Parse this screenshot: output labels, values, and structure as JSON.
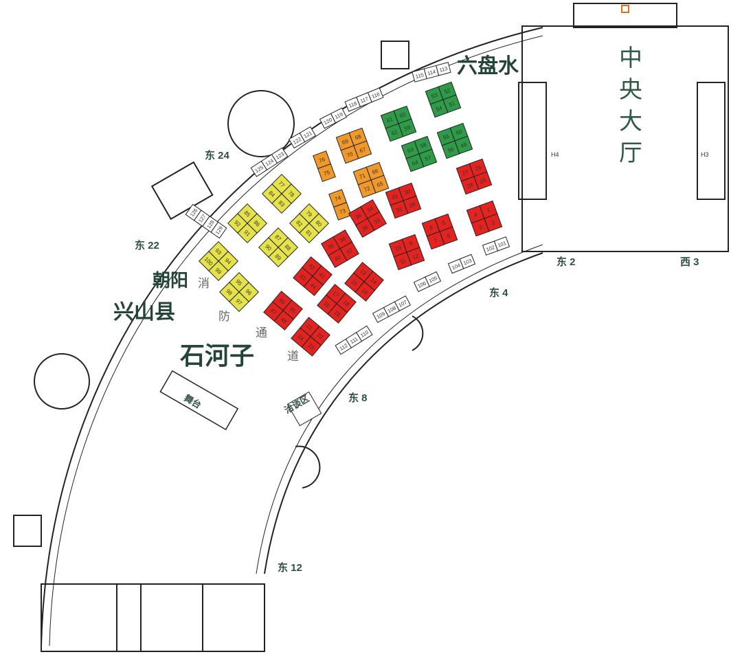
{
  "hall": {
    "name_chars": [
      "中",
      "央",
      "大",
      "厅"
    ],
    "h4": "H4",
    "h3": "H3"
  },
  "entrances": {
    "east2": "东 2",
    "west3": "西 3",
    "east4": "东 4",
    "east8": "东 8",
    "east12": "东 12",
    "east22": "东 22",
    "east24": "东 24"
  },
  "areas": {
    "stage": "舞台",
    "negotiation": "洽谈区",
    "fire_lane_chars": [
      "消",
      "防",
      "通",
      "道"
    ]
  },
  "regions": [
    {
      "name": "六盘水",
      "color": "#2e9b48"
    },
    {
      "name": "兴山县",
      "color": "#f0982a"
    },
    {
      "name": "朝阳",
      "color": "#e6e34a"
    },
    {
      "name": "石河子",
      "color": "#e3231f"
    }
  ],
  "clusters": [
    {
      "region": 0,
      "booths": [
        "61",
        "60",
        "62",
        "59"
      ]
    },
    {
      "region": 0,
      "booths": [
        "53",
        "52",
        "54",
        "51"
      ]
    },
    {
      "region": 0,
      "booths": [
        "55",
        "50",
        "56",
        "49"
      ]
    },
    {
      "region": 0,
      "booths": [
        "63",
        "58",
        "64",
        "57"
      ]
    },
    {
      "region": 1,
      "booths": [
        "69",
        "68",
        "70",
        "67"
      ]
    },
    {
      "region": 1,
      "booths": [
        "76",
        "75"
      ]
    },
    {
      "region": 1,
      "booths": [
        "71",
        "66",
        "72",
        "65"
      ]
    },
    {
      "region": 1,
      "booths": [
        "74",
        "73"
      ]
    },
    {
      "region": 2,
      "booths": [
        "77",
        "78",
        "84",
        "83"
      ]
    },
    {
      "region": 2,
      "booths": [
        "79",
        "80",
        "82",
        "81"
      ]
    },
    {
      "region": 2,
      "booths": [
        "85",
        "86",
        "92",
        "91"
      ]
    },
    {
      "region": 2,
      "booths": [
        "87",
        "88",
        "90",
        "89"
      ]
    },
    {
      "region": 2,
      "booths": [
        "93",
        "94",
        "100",
        "99"
      ]
    },
    {
      "region": 2,
      "booths": [
        "95",
        "96",
        "98",
        "97"
      ]
    },
    {
      "region": 3,
      "booths": [
        "27",
        "26",
        "28",
        "25"
      ]
    },
    {
      "region": 3,
      "booths": [
        "31",
        "30",
        "32",
        "29"
      ]
    },
    {
      "region": 3,
      "booths": [
        "4",
        "1",
        "3",
        "2"
      ]
    },
    {
      "region": 3,
      "booths": [
        "8",
        "5",
        "7",
        "6"
      ]
    },
    {
      "region": 3,
      "booths": [
        "10",
        "9",
        "11",
        "12"
      ]
    },
    {
      "region": 3,
      "booths": [
        "36",
        "34",
        "35",
        "33"
      ]
    },
    {
      "region": 3,
      "booths": [
        "39",
        "38",
        "40",
        "37"
      ]
    },
    {
      "region": 3,
      "booths": [
        "42",
        "41",
        "43",
        "44"
      ]
    },
    {
      "region": 3,
      "booths": [
        "13",
        "14",
        "15",
        "16"
      ]
    },
    {
      "region": 3,
      "booths": [
        "17",
        "18",
        "20",
        "19"
      ]
    },
    {
      "region": 3,
      "booths": [
        "21",
        "22",
        "24",
        "23"
      ]
    },
    {
      "region": 3,
      "booths": [
        "46",
        "45",
        "47",
        "48"
      ]
    }
  ],
  "white_rows": [
    [
      "115",
      "114",
      "113"
    ],
    [
      "118",
      "117",
      "116"
    ],
    [
      "120",
      "119"
    ],
    [
      "122",
      "121"
    ],
    [
      "125",
      "124",
      "123"
    ],
    [
      "126",
      "127",
      "128",
      "129"
    ],
    [
      "102",
      "101"
    ],
    [
      "104",
      "103"
    ],
    [
      "106",
      "105"
    ],
    [
      "109",
      "108",
      "107"
    ],
    [
      "112",
      "111",
      "110"
    ]
  ]
}
